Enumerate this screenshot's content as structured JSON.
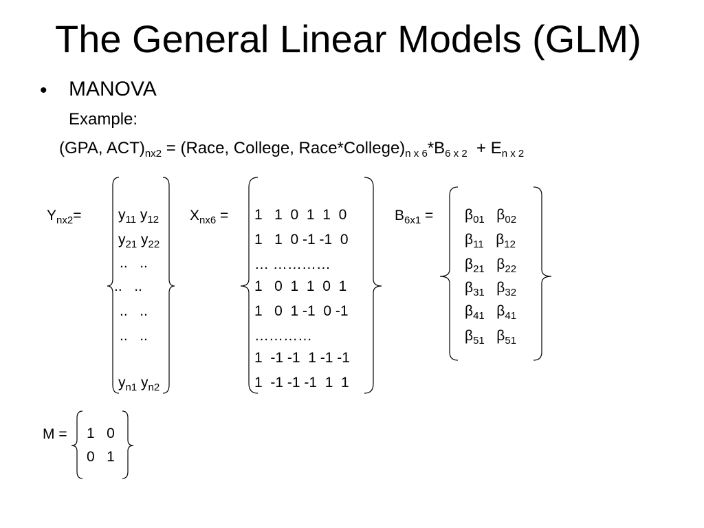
{
  "title": "The General Linear Models (GLM)",
  "bullet": {
    "marker": "•",
    "text": "MANOVA"
  },
  "example_label": "Example:",
  "equation": {
    "lhs": "(GPA, ACT)",
    "lhs_sub": "nx2",
    "eq": "=",
    "design": "(Race, College, Race*College)",
    "design_sub": "n x 6",
    "b": "*B",
    "b_sub": "6 x 2",
    "plus": "+ E",
    "e_sub": "n x 2"
  },
  "y_matrix": {
    "label": "Y",
    "label_sub": "nx2",
    "eq": "=",
    "rows": [
      [
        "y",
        "11",
        "y",
        "12"
      ],
      [
        "y",
        "21",
        "y",
        "22"
      ],
      [
        "..",
        "",
        "..",
        ""
      ],
      [
        "..",
        "",
        "..",
        ""
      ],
      [
        "..",
        "",
        "..",
        ""
      ],
      [
        "..",
        "",
        "..",
        ""
      ],
      [
        "y",
        "n1",
        "y",
        "n2"
      ]
    ]
  },
  "x_matrix": {
    "label": "X",
    "label_sub": "nx6",
    "eq": "=",
    "rows": [
      "1   1  0  1  1  0",
      "1   1  0 -1 -1  0",
      "… …………",
      "1   0  1  1  0  1",
      "1   0  1 -1  0 -1",
      "…………",
      "1  -1 -1  1 -1 -1",
      "1  -1 -1 -1  1  1"
    ]
  },
  "b_matrix": {
    "label": "B",
    "label_sub": "6x1",
    "eq": "=",
    "rows": [
      [
        "β",
        "01",
        "β",
        "02"
      ],
      [
        "β",
        "11",
        "β",
        "12"
      ],
      [
        "β",
        "21",
        "β",
        "22"
      ],
      [
        "β",
        "31",
        "β",
        "32"
      ],
      [
        "β",
        "41",
        "β",
        "41"
      ],
      [
        "β",
        "51",
        "β",
        "51"
      ]
    ]
  },
  "m_matrix": {
    "label": "M =",
    "rows": [
      "1   0",
      "0   1"
    ]
  }
}
